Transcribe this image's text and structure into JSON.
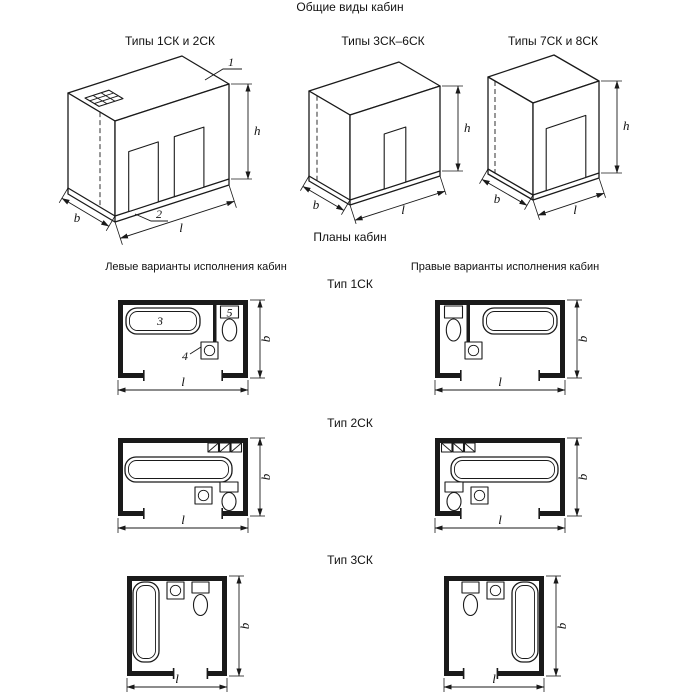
{
  "page": {
    "title": "Общие виды кабин",
    "plans_title": "Планы кабин"
  },
  "general_views": {
    "items": [
      {
        "label": "Типы 1СК и 2СК"
      },
      {
        "label": "Типы 3СК–6СК"
      },
      {
        "label": "Типы 7СК и 8СК"
      }
    ]
  },
  "plan_views": {
    "left_heading": "Левые варианты исполнения кабин",
    "right_heading": "Правые варианты исполнения кабин",
    "types": [
      {
        "label": "Тип 1СК"
      },
      {
        "label": "Тип 2СК"
      },
      {
        "label": "Тип 3СК"
      }
    ]
  },
  "dimensions": {
    "height": "h",
    "width": "b",
    "length": "l"
  },
  "callouts": {
    "c1": "1",
    "c2": "2",
    "c3": "3",
    "c4": "4",
    "c5": "5"
  }
}
